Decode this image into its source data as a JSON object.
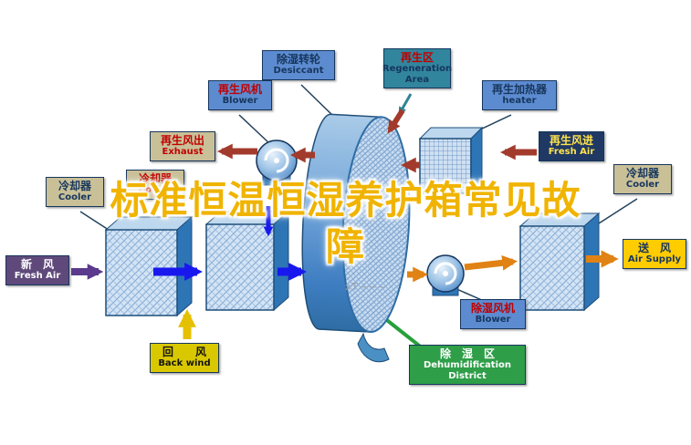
{
  "title": {
    "line1": "标准恒温恒湿养护箱常见故",
    "line2": "障"
  },
  "watermark": "xT~~~",
  "labels": {
    "desiccant": {
      "zh": "除湿转轮",
      "en": "Desiccant"
    },
    "regen_area": {
      "zh": "再生区",
      "en": "Regeneration Area"
    },
    "regen_blower": {
      "zh": "再生风机",
      "en": "Blower"
    },
    "regen_heater": {
      "zh": "再生加热器",
      "en": "heater"
    },
    "exhaust": {
      "zh": "再生风出",
      "en": "Exhaust"
    },
    "regen_fresh_air": {
      "zh": "再生风进",
      "en": "Fresh Air"
    },
    "cooler_left": {
      "zh": "冷却器",
      "en": "Cooler"
    },
    "cooler_mid": {
      "zh": "冷却器",
      "en": "Cooler"
    },
    "cooler_right": {
      "zh": "冷却器",
      "en": "Cooler"
    },
    "fresh_air": {
      "zh": "新　风",
      "en": "Fresh Air"
    },
    "air_supply": {
      "zh": "送　风",
      "en": "Air Supply"
    },
    "back_wind": {
      "zh": "回　　风",
      "en": "Back wind"
    },
    "dehum_blower": {
      "zh": "除湿风机",
      "en": "Blower"
    },
    "dehum_district": {
      "zh": "除　湿　区",
      "en": "Dehumidification District"
    }
  },
  "colors": {
    "title_yellow": "#f0b400",
    "label_blue": "#5c8bd0",
    "label_teal": "#31859c",
    "label_khaki": "#c9c098",
    "label_navy": "#1f3864",
    "label_purple": "#5f497a",
    "label_yellow": "#ffcc00",
    "label_olive": "#d9c800",
    "label_green": "#2e9e48",
    "border_navy": "#17365d",
    "text_red": "#c00000",
    "text_navy": "#17365d",
    "text_yellow": "#ffe34d",
    "arrow_red": "#a23b2c",
    "arrow_orange": "#e08214",
    "arrow_blue": "#1818ee",
    "arrow_purple": "#5b3a8e",
    "arrow_yellow": "#e5c000",
    "pointer_teal": "#2e8596",
    "pointer_green": "#27a03c"
  }
}
